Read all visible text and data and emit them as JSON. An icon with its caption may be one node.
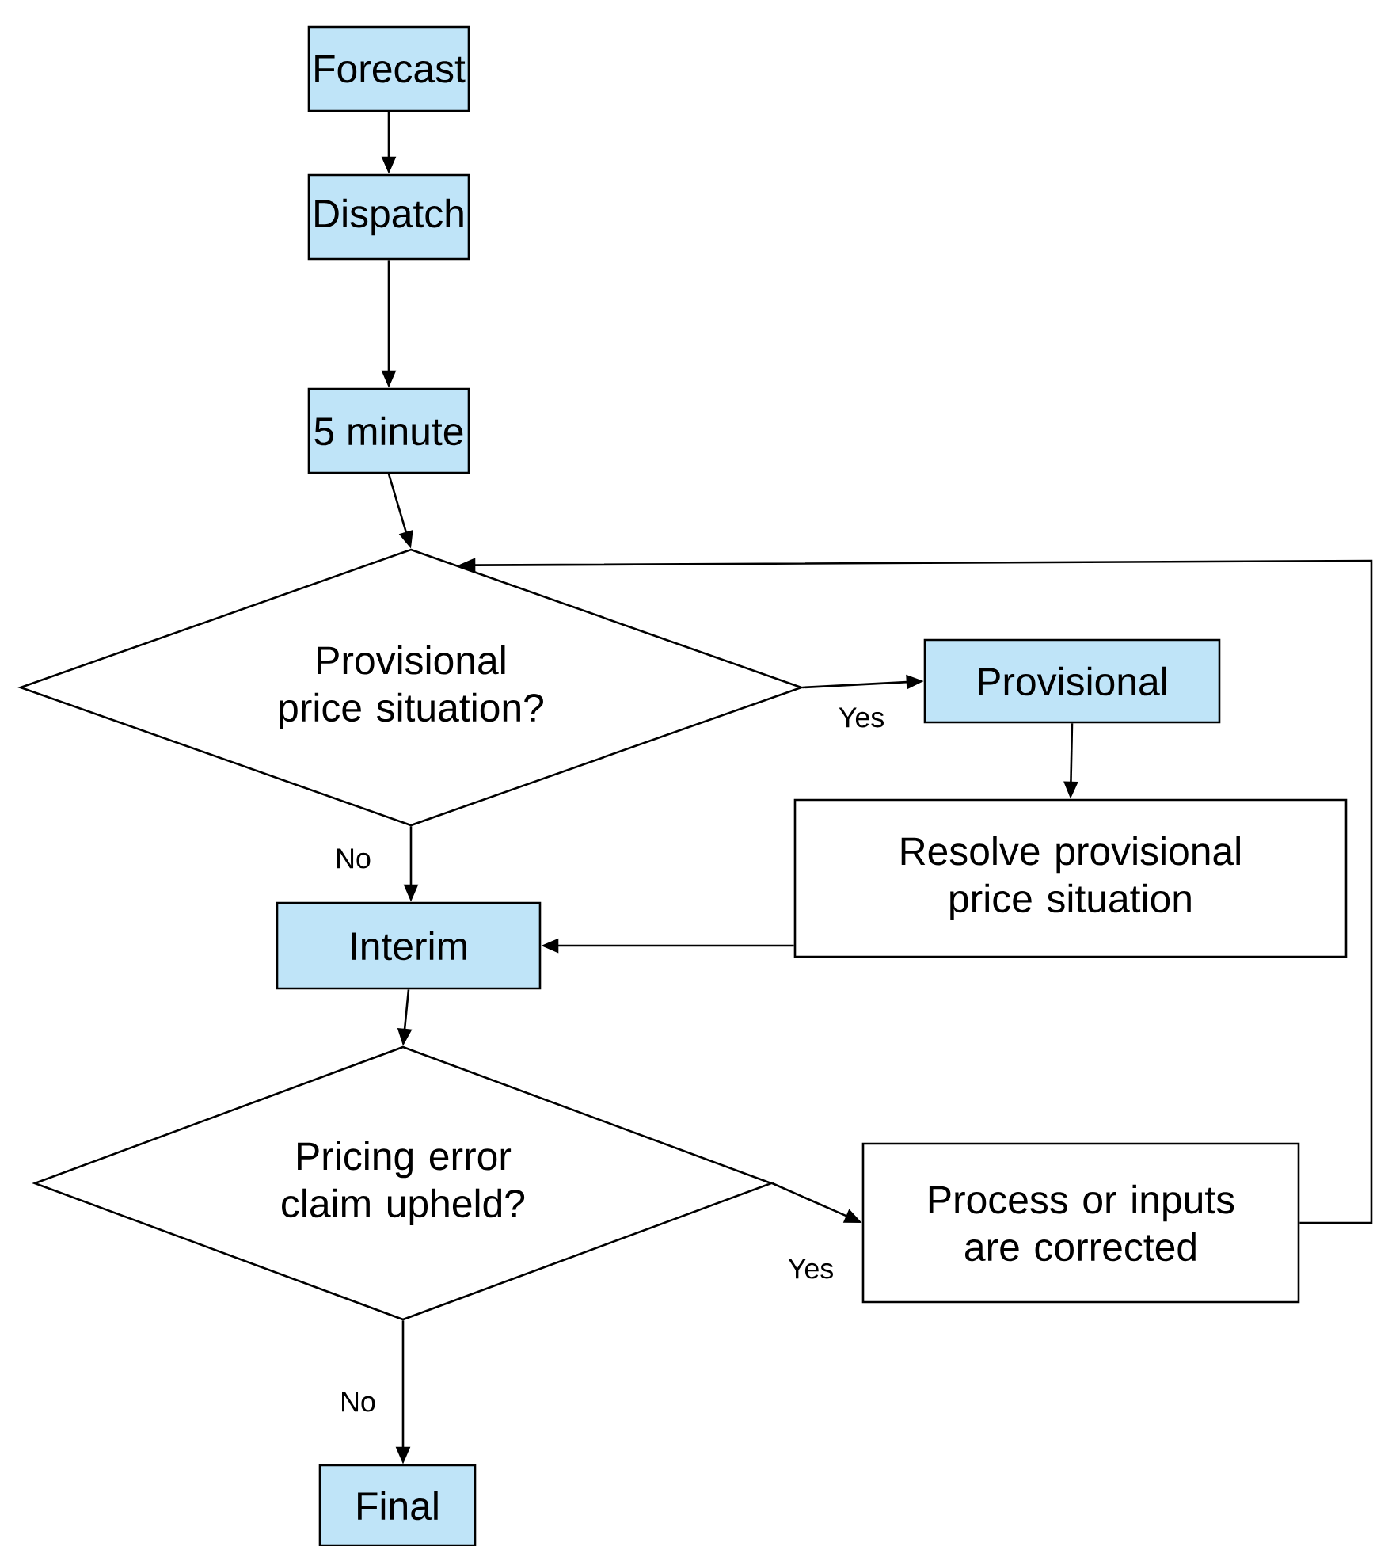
{
  "diagram": {
    "nodes": [
      {
        "text": [
          "Forecast"
        ]
      },
      {
        "text": [
          "Dispatch"
        ]
      },
      {
        "text": [
          "5 minute"
        ]
      },
      {
        "text": [
          "Provisional price situation?"
        ]
      },
      {
        "text": [
          "Provisional"
        ]
      },
      {
        "text": [
          "Resolve provisional price situation"
        ]
      },
      {
        "text": [
          "Interim"
        ]
      },
      {
        "text": [
          "Pricing error claim upheld?"
        ]
      },
      {
        "text": [
          "Process or inputs are corrected"
        ]
      },
      {
        "text": [
          "Final"
        ]
      }
    ],
    "edges": [
      {
        "from": 0,
        "to": 1,
        "arrow": "to"
      },
      {
        "from": 1,
        "to": 2,
        "arrow": "to"
      },
      {
        "from": 2,
        "to": 3,
        "arrow": "to"
      },
      {
        "from": 3,
        "to": 4,
        "arrow": "to",
        "label": "Yes"
      },
      {
        "from": 4,
        "to": 5,
        "arrow": "to"
      },
      {
        "from": 5,
        "to": 6,
        "arrow": "to"
      },
      {
        "from": 3,
        "to": 6,
        "arrow": "to",
        "label": "No"
      },
      {
        "from": 6,
        "to": 7,
        "arrow": "to"
      },
      {
        "from": 7,
        "to": 8,
        "arrow": "to",
        "label": "Yes"
      },
      {
        "from": 7,
        "to": 9,
        "arrow": "to",
        "label": "No"
      },
      {
        "from": 8,
        "to": 3,
        "arrow": "to"
      }
    ]
  }
}
